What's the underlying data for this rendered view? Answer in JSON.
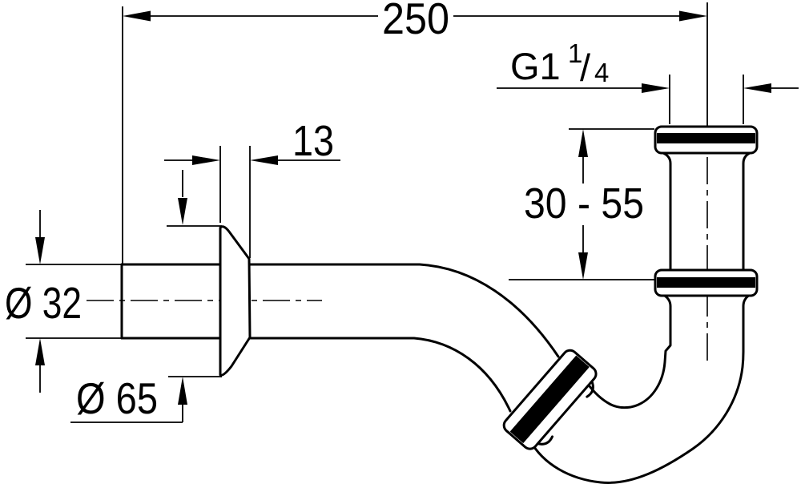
{
  "dimensions": {
    "overall_width": "250",
    "thread_size_g": "G1",
    "thread_size_numerator": "1",
    "thread_size_slash": "/",
    "thread_size_denominator": "4",
    "flange_offset": "13",
    "adjustment_range": "30 - 55",
    "inlet_diameter": "Ø 32",
    "flange_diameter": "Ø 65"
  },
  "colors": {
    "line": "#000000",
    "background": "#ffffff"
  }
}
